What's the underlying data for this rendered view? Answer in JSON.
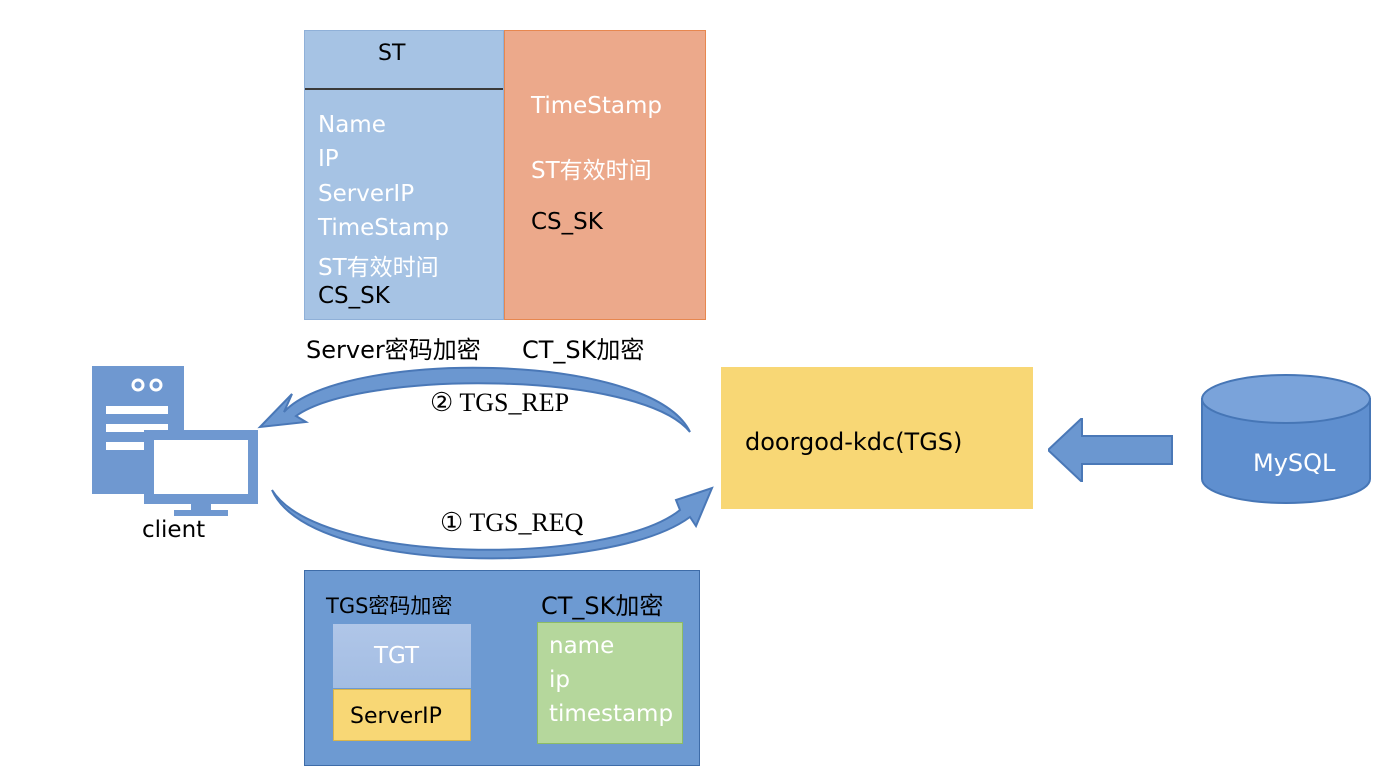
{
  "st_block": {
    "title": "ST",
    "left_lines": [
      "Name",
      "IP",
      "ServerIP",
      "TimeStamp",
      "ST有效时间",
      "CS_SK"
    ],
    "right_lines": [
      "TimeStamp",
      "ST有效时间",
      "CS_SK"
    ],
    "left_caption": "Server密码加密",
    "right_caption": "CT_SK加密"
  },
  "client": {
    "label": "client"
  },
  "kdc": {
    "label": "doorgod-kdc(TGS)"
  },
  "database": {
    "label": "MySQL"
  },
  "flows": {
    "reply_label": "② TGS_REP",
    "request_label": "① TGS_REQ"
  },
  "tgs_req": {
    "tgs_caption": "TGS密码加密",
    "ctsk_caption": "CT_SK加密",
    "tgt_label": "TGT",
    "serverip_label": "ServerIP",
    "fields": [
      "name",
      "ip",
      "timestamp"
    ]
  },
  "colors": {
    "blue_light": "#a6c3e4",
    "orange": "#eca98b",
    "yellow": "#f8d775",
    "blue_mid": "#6d9ad2",
    "blue_arrow": "#5b86c4",
    "green": "#b5d79c",
    "db_blue": "#5f8fcf"
  },
  "icons": [
    "server-icon",
    "monitor-icon",
    "database-icon",
    "arrow-left-icon"
  ]
}
